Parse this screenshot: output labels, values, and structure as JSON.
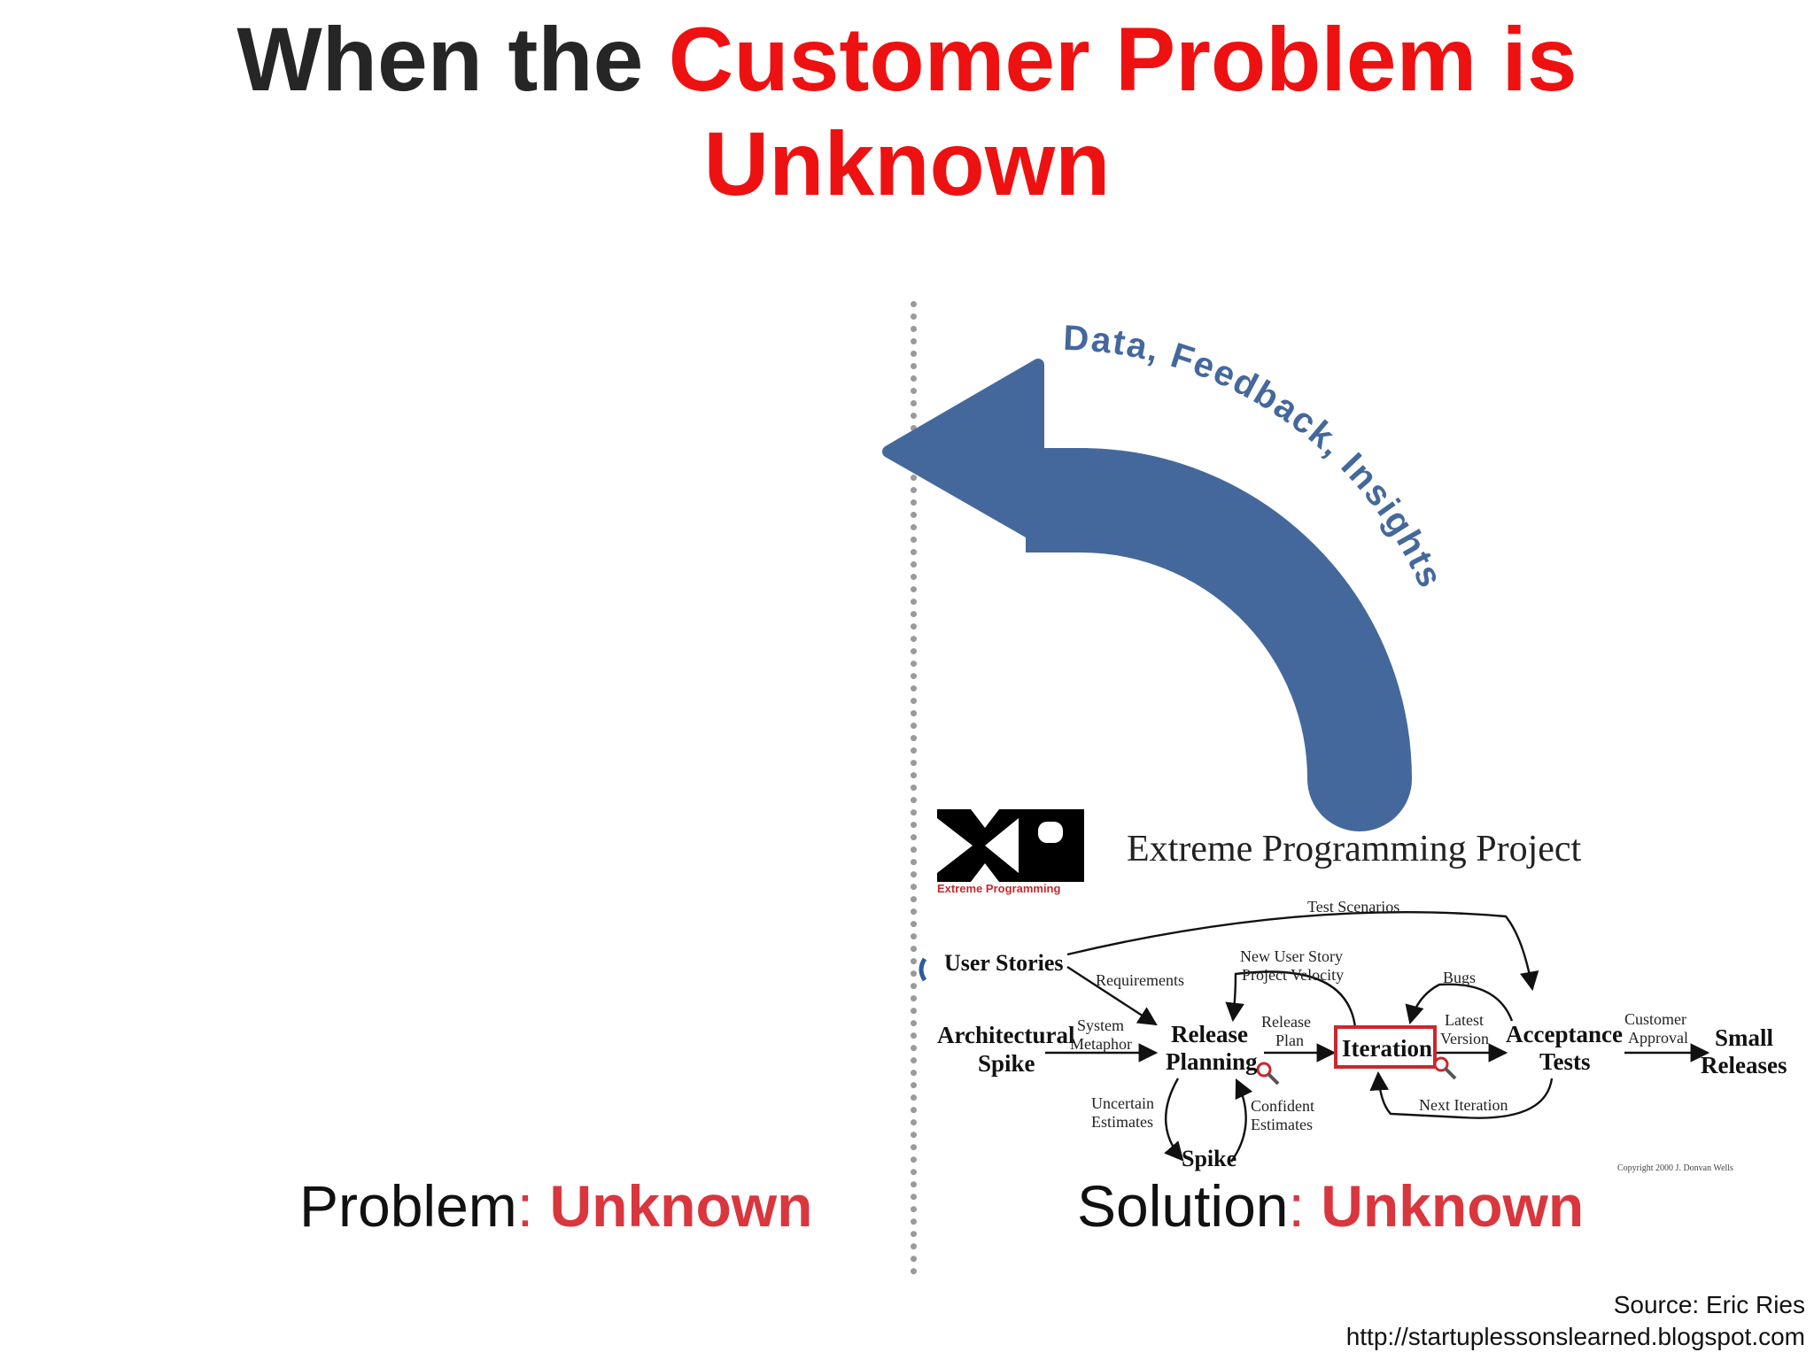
{
  "title": {
    "part1": "When the ",
    "part2": "Customer Problem is",
    "part3": "Unknown"
  },
  "arrow_label": "Data, Feedback, Insights",
  "xp": {
    "logo_caption": "Extreme Programming",
    "heading": "Extreme Programming Project",
    "nodes": {
      "user_stories": "User Stories",
      "architectural": "Architectural",
      "spike_a": "Spike",
      "release": "Release",
      "planning": "Planning",
      "iteration": "Iteration",
      "acceptance": "Acceptance",
      "tests": "Tests",
      "small": "Small",
      "releases": "Releases",
      "spike": "Spike"
    },
    "edges": {
      "test_scenarios": "Test Scenarios",
      "requirements": "Requirements",
      "new_user_story": "New User Story",
      "project_velocity": "Project Velocity",
      "bugs": "Bugs",
      "system": "System",
      "metaphor": "Metaphor",
      "release": "Release",
      "plan": "Plan",
      "latest": "Latest",
      "version": "Version",
      "customer": "Customer",
      "approval": "Approval",
      "uncertain": "Uncertain",
      "estimates_u": "Estimates",
      "confident": "Confident",
      "estimates_c": "Estimates",
      "next_iteration": "Next Iteration"
    },
    "copyright": "Copyright 2000 J. Donvan Wells"
  },
  "labels": {
    "problem_word": "Problem",
    "problem_value": "Unknown",
    "solution_word": "Solution",
    "solution_value": "Unknown",
    "colon": ":"
  },
  "source": {
    "line1": "Source: Eric Ries",
    "line2": "http://startuplessonslearned.blogspot.com"
  },
  "colors": {
    "title_red": "#ee1111",
    "arrow_blue": "#45689c",
    "unknown_red": "#d9363e",
    "iteration_box": "#c8282e"
  }
}
